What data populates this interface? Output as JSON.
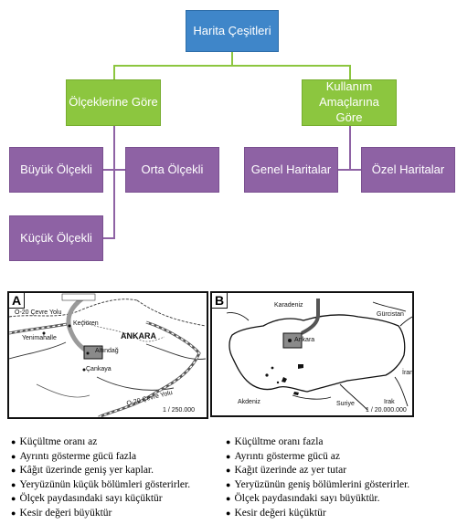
{
  "diagram": {
    "root": "Harita Çeşitleri",
    "branch_left": "Ölçeklerine Göre",
    "branch_right": "Kullanım Amaçlarına Göre",
    "left_children": [
      "Büyük Ölçekli",
      "Orta Ölçekli",
      "Küçük Ölçekli"
    ],
    "right_children": [
      "Genel Haritalar",
      "Özel Haritalar"
    ]
  },
  "map_a": {
    "letter": "A",
    "labels": {
      "road_top": "O-20 Çevre Yolu",
      "yenimahalle": "Yenimahalle",
      "kecioren": "Keçiören",
      "ankara": "ANKARA",
      "altindag": "Altındağ",
      "cankaya": "Çankaya",
      "road_bottom": "O-20 Çevre Yolu",
      "scale": "1 / 250.000"
    }
  },
  "map_b": {
    "letter": "B",
    "labels": {
      "karadeniz": "Karadeniz",
      "gurcistan": "Gürcistan",
      "ankara": "Ankara",
      "iran": "İran",
      "irak": "Irak",
      "suriye": "Suriye",
      "akdeniz": "Akdeniz",
      "scale": "1 / 20.000.000"
    }
  },
  "list_left": [
    "Küçültme oranı az",
    "Ayrıntı gösterme gücü fazla",
    "Kâğıt üzerinde geniş yer kaplar.",
    "Yeryüzünün küçük bölümleri gösterirler.",
    "Ölçek paydasındaki sayı küçüktür",
    "Kesir değeri büyüktür"
  ],
  "list_right": [
    "Küçültme oranı fazla",
    "Ayrıntı gösterme gücü az",
    "Kağıt  üzerinde az yer tutar",
    "Yeryüzünün geniş bölümlerini gösterirler.",
    "Ölçek paydasındaki sayı büyüktür.",
    "Kesir değeri küçüktür"
  ],
  "colors": {
    "root": "#3f86c9",
    "branch": "#8cc63f",
    "leaf": "#8e62a4"
  }
}
